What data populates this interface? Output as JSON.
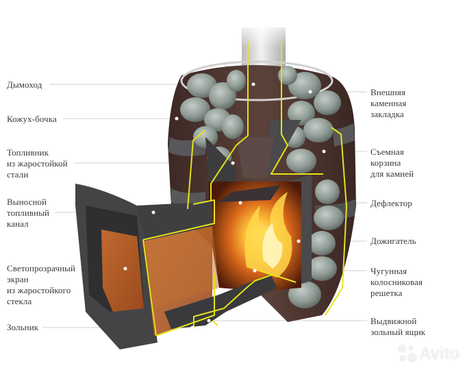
{
  "diagram": {
    "subject": "Sauna stove cutaway (barrel-shaped heater)",
    "colors": {
      "section_outline": "#e6e21a",
      "barrel_wood": "#4e3530",
      "barrel_hoop": "#5a5a5c",
      "steel_dark": "#3c3c3e",
      "glass": "#b8602a",
      "stone": "#8e9a94",
      "flame": "#f5a623",
      "leader_line": "#cfcfcf"
    },
    "labels_left": [
      {
        "id": "chimney",
        "text": "Дымоход"
      },
      {
        "id": "barrel-casing",
        "text": "Кожух-бочка"
      },
      {
        "id": "firebox",
        "text": "Топливник\nиз жаростойкой\nстали"
      },
      {
        "id": "remote-fuel-channel",
        "text": "Выносной\nтопливный\nканал"
      },
      {
        "id": "glass-screen",
        "text": "Светопрозрачный\nэкран\nиз жаростойкого\nстекла"
      },
      {
        "id": "ash-pit",
        "text": "Зольник"
      }
    ],
    "labels_right": [
      {
        "id": "outer-stone-load",
        "text": "Внешняя\nкаменная\nзакладка"
      },
      {
        "id": "removable-stone-basket",
        "text": "Съемная\nкорзина\nдля камней"
      },
      {
        "id": "deflector",
        "text": "Дефлектор"
      },
      {
        "id": "afterburner",
        "text": "Дожигатель"
      },
      {
        "id": "cast-iron-grate",
        "text": "Чугунная\nколосниковая\nрешетка"
      },
      {
        "id": "ash-drawer",
        "text": "Выдвижной\nзольный ящик"
      }
    ]
  },
  "watermark": {
    "text": "Avito"
  }
}
